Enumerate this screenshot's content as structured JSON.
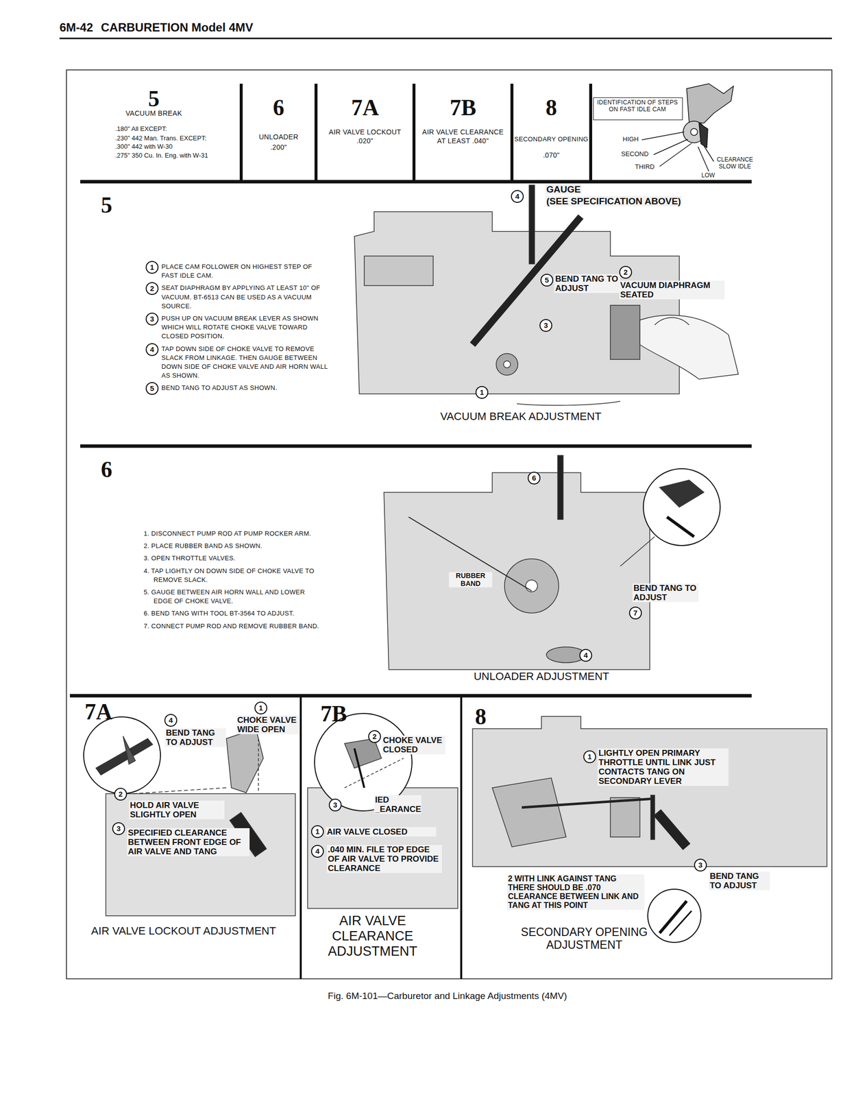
{
  "diagram": {
    "title": "CARBURETION Model 4MV",
    "caption": "Fig. 6M-101—Carburetor and Linkage Adjustments (4MV)",
    "nodes": [
      {
        "text": [
          "5",
          "VACUUM BREAK",
          ".180\" All EXCEPT:",
          ".230\" 442 Man. Trans. EXCEPT:",
          ".300\" 442 with W-30",
          ".275\" 350 Cu. In. Eng. with W-31"
        ]
      },
      {
        "text": [
          "6",
          "UNLOADER",
          ".200\""
        ]
      },
      {
        "text": [
          "7A",
          "AIR VALVE LOCKOUT",
          ".020\""
        ]
      },
      {
        "text": [
          "7B",
          "AIR VALVE CLEARANCE",
          "AT LEAST .040\""
        ]
      },
      {
        "text": [
          "8",
          "SECONDARY OPENING",
          ".070\""
        ]
      },
      {
        "text": [
          "IDENTIFICATION OF STEPS ON FAST IDLE CAM"
        ]
      },
      {
        "text": [
          "5",
          "VACUUM BREAK ADJUSTMENT"
        ]
      },
      {
        "text": [
          "6",
          "UNLOADER ADJUSTMENT"
        ]
      },
      {
        "text": [
          "7A",
          "AIR VALVE LOCKOUT ADJUSTMENT"
        ]
      },
      {
        "text": [
          "7B",
          "AIR VALVE CLEARANCE ADJUSTMENT"
        ]
      },
      {
        "text": [
          "8",
          "SECONDARY OPENING ADJUSTMENT"
        ]
      }
    ],
    "labels": [
      "6M-42",
      "HIGH",
      "SECOND",
      "THIRD",
      "LOW",
      "CLEARANCE SLOW IDLE",
      "1",
      "PLACE CAM FOLLOWER ON HIGHEST STEP OF FAST IDLE CAM.",
      "2",
      "SEAT DIAPHRAGM BY APPLYING AT LEAST 10\" OF VACUUM. BT-6513 CAN BE USED AS A VACUUM SOURCE.",
      "3",
      "PUSH UP ON VACUUM BREAK LEVER AS SHOWN WHICH WILL ROTATE CHOKE VALVE TOWARD CLOSED POSITION.",
      "4",
      "TAP DOWN SIDE OF CHOKE VALVE TO REMOVE SLACK FROM LINKAGE. THEN GAUGE BETWEEN DOWN SIDE OF CHOKE VALVE AND AIR HORN WALL AS SHOWN.",
      "5",
      "BEND TANG TO ADJUST AS SHOWN.",
      "4",
      "GAUGE",
      "(SEE SPECIFICATION ABOVE)",
      "5",
      "BEND TANG TO ADJUST",
      "2",
      "VACUUM DIAPHRAGM SEATED",
      "3",
      "1",
      "1. DISCONNECT PUMP ROD AT PUMP ROCKER ARM.",
      "2. PLACE RUBBER BAND AS SHOWN.",
      "3. OPEN THROTTLE VALVES.",
      "4. TAP LIGHTLY ON DOWN SIDE OF CHOKE VALVE TO REMOVE SLACK.",
      "5. GAUGE BETWEEN AIR HORN WALL AND LOWER EDGE OF CHOKE VALVE.",
      "6. BEND TANG WITH TOOL BT-3564 TO ADJUST.",
      "7. CONNECT PUMP ROD AND REMOVE RUBBER BAND.",
      "6",
      "RUBBER BAND",
      "BEND TANG TO ADJUST",
      "7",
      "4",
      "1",
      "CHOKE VALVE WIDE OPEN",
      "4",
      "BEND TANG TO ADJUST",
      "2",
      "HOLD AIR VALVE SLIGHTLY OPEN",
      "3",
      "SPECIFIED CLEARANCE BETWEEN FRONT EDGE OF AIR VALVE AND TANG",
      "2",
      "CHOKE VALVE CLOSED",
      "3",
      "IED _EARANCE",
      "1",
      "AIR VALVE CLOSED",
      "4",
      ".040 MIN. FILE TOP EDGE OF AIR VALVE TO PROVIDE CLEARANCE",
      "1",
      "LIGHTLY OPEN PRIMARY THROTTLE UNTIL LINK JUST CONTACTS TANG ON SECONDARY LEVER",
      "2 WITH LINK AGAINST TANG THERE SHOULD BE .070 CLEARANCE BETWEEN LINK AND TANG AT THIS POINT",
      "3",
      "BEND TANG TO ADJUST"
    ]
  }
}
